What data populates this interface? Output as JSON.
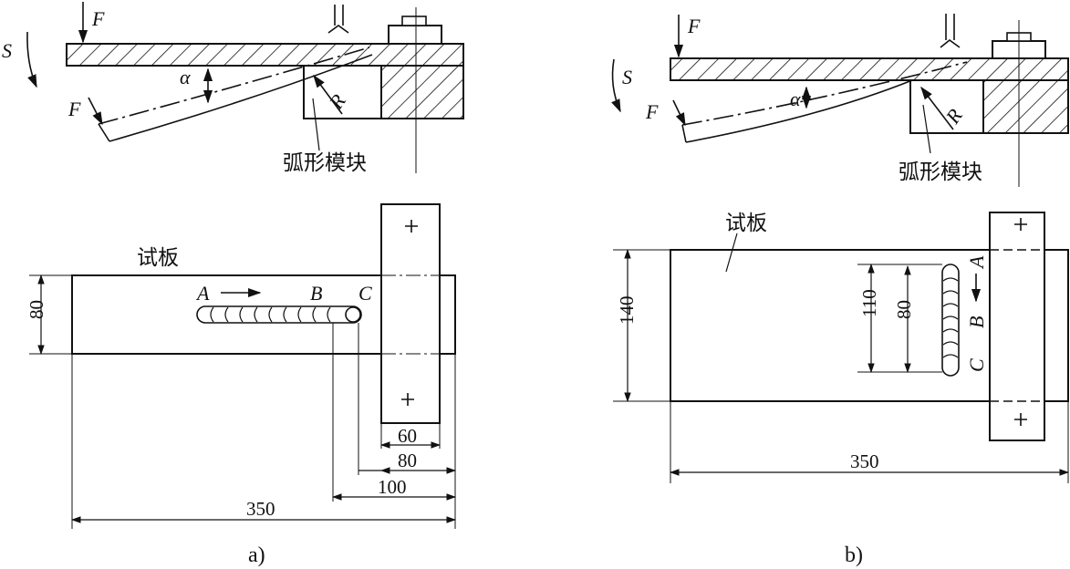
{
  "panel_a": {
    "labels": {
      "force_top": "F",
      "force_bottom": "F",
      "rotation": "S",
      "angle": "α",
      "radius": "R",
      "arc_block": "弧形模块",
      "test_plate": "试板",
      "point_a": "A",
      "point_b": "B",
      "point_c": "C"
    },
    "dimensions": {
      "width": "80",
      "d60": "60",
      "d80": "80",
      "d100": "100",
      "length": "350"
    },
    "caption": "a)"
  },
  "panel_b": {
    "labels": {
      "force_top": "F",
      "force_bottom": "F",
      "rotation": "S",
      "angle": "α",
      "radius": "R",
      "arc_block": "弧形模块",
      "test_plate": "试板",
      "point_a": "A",
      "point_b": "B",
      "point_c": "C"
    },
    "dimensions": {
      "width": "140",
      "d110": "110",
      "d80": "80",
      "length": "350"
    },
    "caption": "b)"
  }
}
